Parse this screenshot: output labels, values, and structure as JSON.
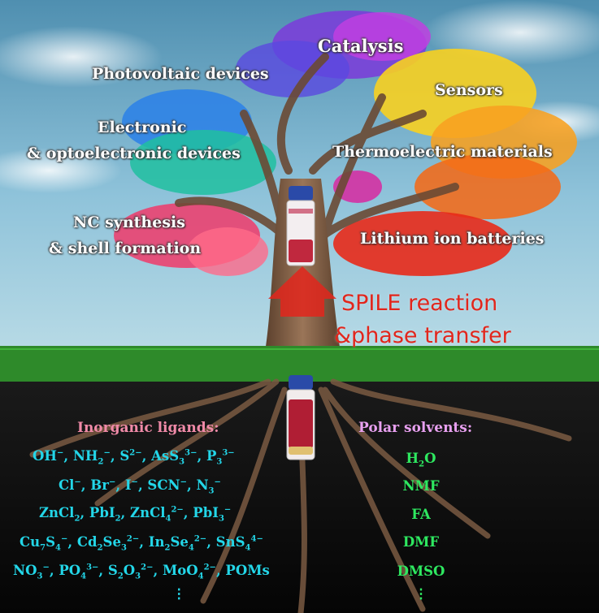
{
  "applications": [
    "Catalysis",
    "Photovoltaic devices",
    "Sensors",
    "Electronic",
    "& optoelectronic devices",
    "Thermoelectric materials",
    "NC synthesis",
    "& shell formation",
    "Lithium ion batteries"
  ],
  "process": {
    "line1": "SPILE reaction",
    "line2": "&phase transfer"
  },
  "roots": {
    "ligands_header": "Inorganic ligands:",
    "solvents_header": "Polar solvents:",
    "ligand_rows": [
      [
        {
          "t": "OH"
        },
        {
          "sup": "−"
        },
        {
          "t": ", NH"
        },
        {
          "sub": "2"
        },
        {
          "sup": "−"
        },
        {
          "t": ", S"
        },
        {
          "sup": "2−"
        },
        {
          "t": ", AsS"
        },
        {
          "sub": "3"
        },
        {
          "sup": "3−"
        },
        {
          "t": ", P"
        },
        {
          "sub": "3"
        },
        {
          "sup": "3−"
        }
      ],
      [
        {
          "t": "Cl"
        },
        {
          "sup": "−"
        },
        {
          "t": ", Br"
        },
        {
          "sup": "−"
        },
        {
          "t": ", I"
        },
        {
          "sup": "−"
        },
        {
          "t": ", SCN"
        },
        {
          "sup": "−"
        },
        {
          "t": ", N"
        },
        {
          "sub": "3"
        },
        {
          "sup": "−"
        }
      ],
      [
        {
          "t": "ZnCl"
        },
        {
          "sub": "2"
        },
        {
          "t": ", PbI"
        },
        {
          "sub": "2"
        },
        {
          "t": ", ZnCl"
        },
        {
          "sub": "4"
        },
        {
          "sup": "2−"
        },
        {
          "t": ", PbI"
        },
        {
          "sub": "3"
        },
        {
          "sup": "−"
        }
      ],
      [
        {
          "t": "Cu"
        },
        {
          "sub": "7"
        },
        {
          "t": "S"
        },
        {
          "sub": "4"
        },
        {
          "sup": "−"
        },
        {
          "t": ", Cd"
        },
        {
          "sub": "2"
        },
        {
          "t": "Se"
        },
        {
          "sub": "3"
        },
        {
          "sup": "2−"
        },
        {
          "t": ", In"
        },
        {
          "sub": "2"
        },
        {
          "t": "Se"
        },
        {
          "sub": "4"
        },
        {
          "sup": "2−"
        },
        {
          "t": ", SnS"
        },
        {
          "sub": "4"
        },
        {
          "sup": "4−"
        }
      ],
      [
        {
          "t": "NO"
        },
        {
          "sub": "3"
        },
        {
          "sup": "−"
        },
        {
          "t": ", PO"
        },
        {
          "sub": "4"
        },
        {
          "sup": "3−"
        },
        {
          "t": ", S"
        },
        {
          "sub": "2"
        },
        {
          "t": "O"
        },
        {
          "sub": "3"
        },
        {
          "sup": "2−"
        },
        {
          "t": ", MoO"
        },
        {
          "sub": "4"
        },
        {
          "sup": "2−"
        },
        {
          "t": ", POMs"
        }
      ]
    ],
    "ligand_more": "⋮",
    "solvent_rows": [
      [
        {
          "t": "H"
        },
        {
          "sub": "2"
        },
        {
          "t": "O"
        }
      ],
      [
        {
          "t": "NMF"
        }
      ],
      [
        {
          "t": "FA"
        }
      ],
      [
        {
          "t": "DMF"
        }
      ],
      [
        {
          "t": "DMSO"
        }
      ]
    ],
    "solvent_more": "⋮"
  },
  "colors": {
    "arrow": "#e2261c",
    "ligand_text": "#23d6e8",
    "solvent_text": "#2ee860",
    "ligand_header": "#f08aa8",
    "solvent_header": "#e8a0f0"
  }
}
